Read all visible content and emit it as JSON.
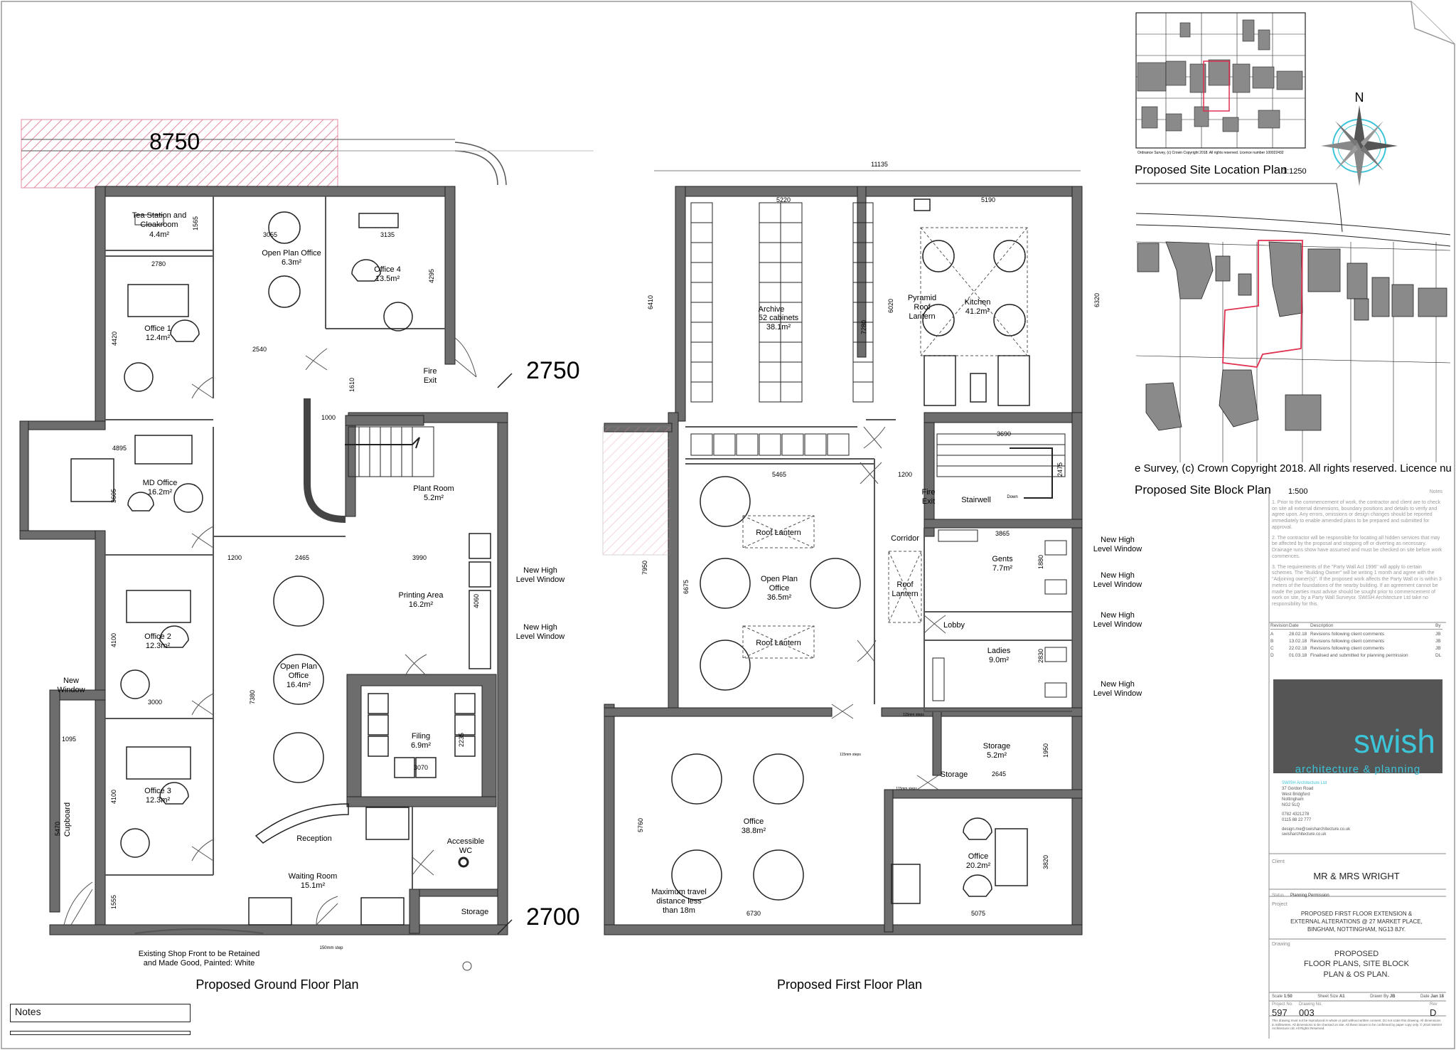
{
  "drawing": {
    "ground_floor_title": "Proposed Ground Floor Plan",
    "first_floor_title": "Proposed First Floor Plan",
    "location_plan_title": "Proposed Site Location Plan",
    "location_plan_scale": "1:1250",
    "block_plan_title": "Proposed Site Block Plan",
    "block_plan_scale": "1:500",
    "os_copyright_small": "Ordnance Survey, (c) Crown Copyright 2018. All rights reserved. Licence number 100022432",
    "os_copyright_large": "e Survey, (c) Crown Copyright 2018. All rights reserved. Licence nu",
    "north": "N",
    "notes_label": "Notes",
    "big_dims": [
      "8750",
      "2750",
      "2700"
    ]
  },
  "ground_rooms": {
    "tea": "Tea Station and",
    "tea2": "Cloakroom",
    "tea_area": "4.4m²",
    "open_plan_top": "Open Plan Office",
    "open_plan_top_area": "6.3m²",
    "office4": "Office 4",
    "office4_area": "13.5m²",
    "office1": "Office 1",
    "office1_area": "12.4m²",
    "fire_exit": "Fire",
    "fire_exit2": "Exit",
    "md_office": "MD Office",
    "md_area": "16.2m²",
    "plant": "Plant Room",
    "plant_area": "5.2m²",
    "printing": "Printing Area",
    "printing_area": "16.2m²",
    "new_high1": "New High",
    "new_high1b": "Level Window",
    "new_high2": "New High",
    "new_high2b": "Level Window",
    "office2": "Office 2",
    "office2_area": "12.3m²",
    "open_plan_mid": "Open Plan",
    "open_plan_mid2": "Office",
    "open_plan_mid_area": "16.4m²",
    "filing": "Filing",
    "filing_area": "6.9m²",
    "new_window": "New",
    "new_window2": "Window",
    "office3": "Office 3",
    "office3_area": "12.3m²",
    "cupboard": "Cupboard",
    "reception": "Reception",
    "accessible": "Accessible",
    "accessible2": "WC",
    "waiting": "Waiting Room",
    "waiting_area": "15.1m²",
    "storage": "Storage",
    "shopfront": "Existing Shop Front to be Retained",
    "shopfront2": "and Made Good, Painted: White",
    "step": "150mm step"
  },
  "ground_dims": [
    "1565",
    "3055",
    "3135",
    "4295",
    "2780",
    "4420",
    "2540",
    "1610",
    "1000",
    "4895",
    "3605",
    "1200",
    "2465",
    "3990",
    "4060",
    "4100",
    "7380",
    "2235",
    "3070",
    "3000",
    "1095",
    "4100",
    "5470",
    "1555"
  ],
  "first_rooms": {
    "archive": "Archive",
    "archive2": "52 cabinets",
    "archive_area": "38.1m²",
    "pyramid": "Pyramid",
    "pyramid2": "Roof",
    "pyramid3": "Lantern",
    "kitchen": "Kitchen",
    "kitchen_area": "41.2m²",
    "fire_exit": "Fire",
    "fire_exit2": "Exit",
    "stairwell": "Stairwell",
    "down": "Down",
    "roof_lantern1": "Roof Lantern",
    "corridor": "Corridor",
    "roof_lantern_c": "Roof",
    "roof_lantern_c2": "Lantern",
    "open_plan": "Open Plan",
    "open_plan2": "Office",
    "open_plan_area": "36.5m²",
    "roof_lantern2": "Roof Lantern",
    "gents": "Gents",
    "gents_area": "7.7m²",
    "lobby": "Lobby",
    "ladies": "Ladies",
    "ladies_area": "9.0m²",
    "nhw": [
      "New High",
      "Level Window",
      "New High",
      "Level Window",
      "New High",
      "Level Window",
      "New High",
      "Level Window"
    ],
    "office": "Office",
    "office_area": "38.8m²",
    "storage": "Storage",
    "storage_area": "5.2m²",
    "storage_small": "Storage",
    "office_r": "Office",
    "office_r_area": "20.2m²",
    "max_travel": "Maximum travel",
    "max_travel2": "distance less",
    "max_travel3": "than 18m",
    "steps1": "115mm steps",
    "steps2": "115mm steps",
    "steps3": "115mm steps"
  },
  "first_dims": [
    "11135",
    "5220",
    "5190",
    "6410",
    "7280",
    "6020",
    "6320",
    "3690",
    "5465",
    "1200",
    "2475",
    "7950",
    "6675",
    "3865",
    "1880",
    "2830",
    "1950",
    "2645",
    "5760",
    "6730",
    "5075",
    "3820"
  ],
  "title_block": {
    "notes_heading": "Notes",
    "note1": "1. Prior to the commencement of work, the contractor and client are to check on site all external dimensions, boundary positions and details to verify and agree upon. Any errors, omissions or design changes should be reported immediately to enable amended plans to be prepared and submitted for approval.",
    "note2": "2. The contractor will be responsible for locating all hidden services that may be affected by the proposal and stopping off or diverting as necessary. Drainage runs show have assumed and must be checked on site before work commences.",
    "note3": "3. The requirements of the \"Party Wall Act 1996\" will apply to certain schemes. The \"Building Owner\" will be writing 1 month and agree with the \"Adjoining owner(s)\". If the proposed work affects the Party Wall or is within 3 meters of the foundations of the nearby building. If an agreement cannot be made the parties must advise should be sought prior to commencement of work on site, by a Party Wall Surveyor. SWISH Architecture Ltd take no responsibility for this.",
    "rev_header": [
      "Revision",
      "Date",
      "Description",
      "By"
    ],
    "revisions": [
      [
        "A",
        "28.02.18",
        "Revisions following client comments",
        "JB"
      ],
      [
        "B",
        "13.02.18",
        "Revisions following client comments",
        "JB"
      ],
      [
        "C",
        "22.02.18",
        "Revisions following client comments",
        "JB"
      ],
      [
        "D",
        "01.03.18",
        "Finalised and submitted for planning permission",
        "DL"
      ]
    ],
    "brand": "swish",
    "brand_sub": "architecture & planning",
    "company": "SWISH Architecture Ltd",
    "addr1": "37 Gordon Road",
    "addr2": "West Bridgford",
    "addr3": "Nottingham",
    "addr4": "NG2 5LQ",
    "tel1": "0782 4321278",
    "tel2": "0115 88 22 777",
    "email": "design.me@swisharchitecture.co.uk",
    "web": "swisharchitecture.co.uk",
    "client_label": "Client",
    "client": "MR & MRS WRIGHT",
    "status_label": "Status",
    "status": "Planning Permission",
    "project_label": "Project",
    "project1": "PROPOSED FIRST FLOOR EXTENSION &",
    "project2": "EXTERNAL ALTERATIONS @ 27 MARKET PLACE,",
    "project3": "BINGHAM, NOTTINGHAM, NG13 8JY.",
    "drawing_label": "Drawing",
    "drawing1": "PROPOSED",
    "drawing2": "FLOOR PLANS, SITE BLOCK",
    "drawing3": "PLAN & OS PLAN.",
    "scale_label": "Scale",
    "scale": "1:50",
    "sheet_label": "Sheet Size",
    "sheet": "A1",
    "drawn_label": "Drawn By",
    "drawn": "JB",
    "date_label": "Date",
    "date": "Jan 18",
    "project_no_label": "Project No.",
    "project_no": "597",
    "drawing_no_label": "Drawing No.",
    "drawing_no": "003",
    "rev_label": "Rev",
    "rev": "D",
    "footer": "This drawing must not be reproduced in whole or part without written consent. Do not scale this drawing. All dimensions in millimetres. All dimensions to be checked on site. All these issues to be confirmed by paper copy only. © 2018 SWISH Architecture Ltd. All Rights Reserved."
  }
}
